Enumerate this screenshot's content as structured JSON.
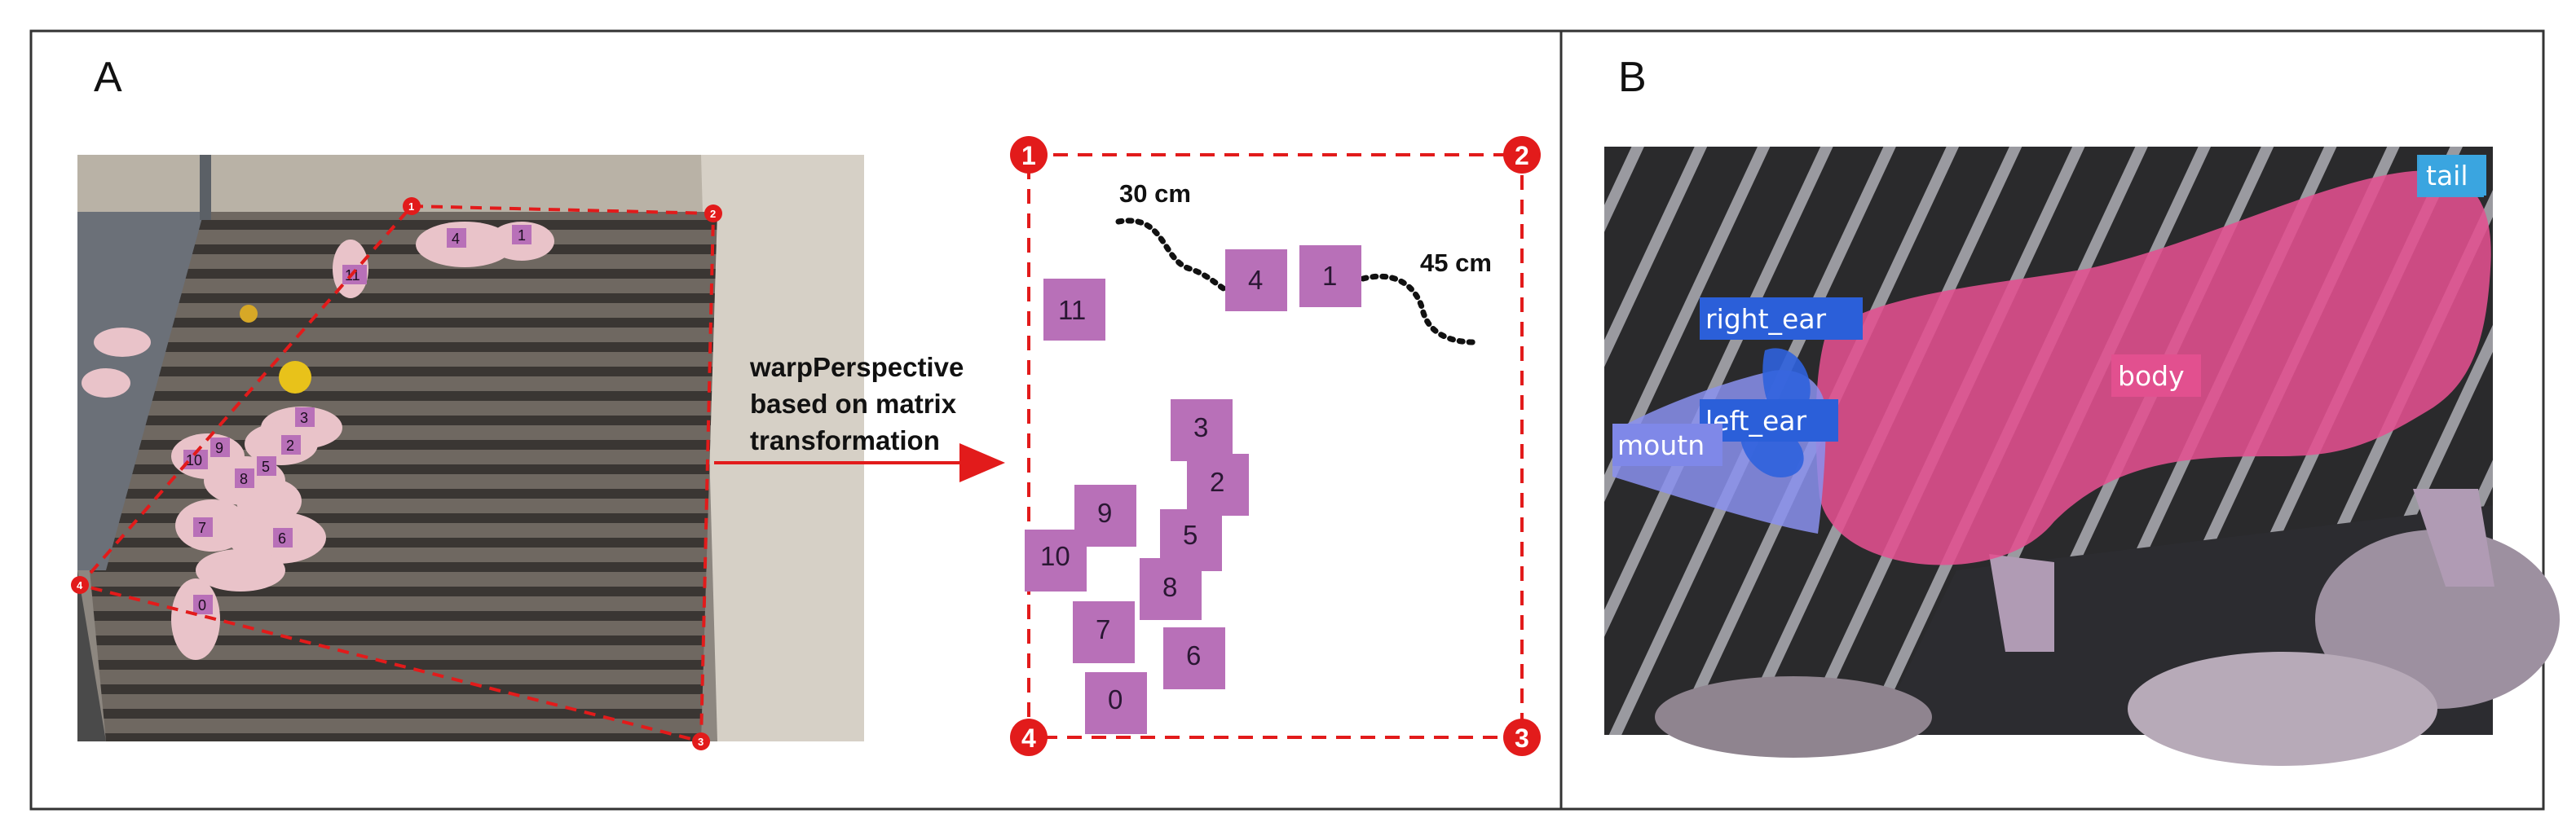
{
  "panels": {
    "a": {
      "letter": "A"
    },
    "b": {
      "letter": "B"
    }
  },
  "arrow": {
    "line1": "warpPerspective",
    "line2": "based on matrix",
    "line3": "transformation"
  },
  "corners": [
    "1",
    "2",
    "3",
    "4"
  ],
  "distances": {
    "horizontal": "30 cm",
    "vertical": "45 cm"
  },
  "pig_ids": [
    "0",
    "1",
    "2",
    "3",
    "4",
    "5",
    "6",
    "7",
    "8",
    "9",
    "10",
    "11"
  ],
  "keypoint_labels": {
    "tail": "tail",
    "right_ear": "right_ear",
    "left_ear": "left_ear",
    "body": "body",
    "mouth": "moutn"
  },
  "colors": {
    "corner_red": "#ee1111",
    "box_purple": "#b870b8",
    "body_mask": "#e2508f",
    "ear_blue": "#2b5fd9",
    "mouth_blue": "#7f88e8",
    "tail_blue": "#3aa5e0"
  }
}
